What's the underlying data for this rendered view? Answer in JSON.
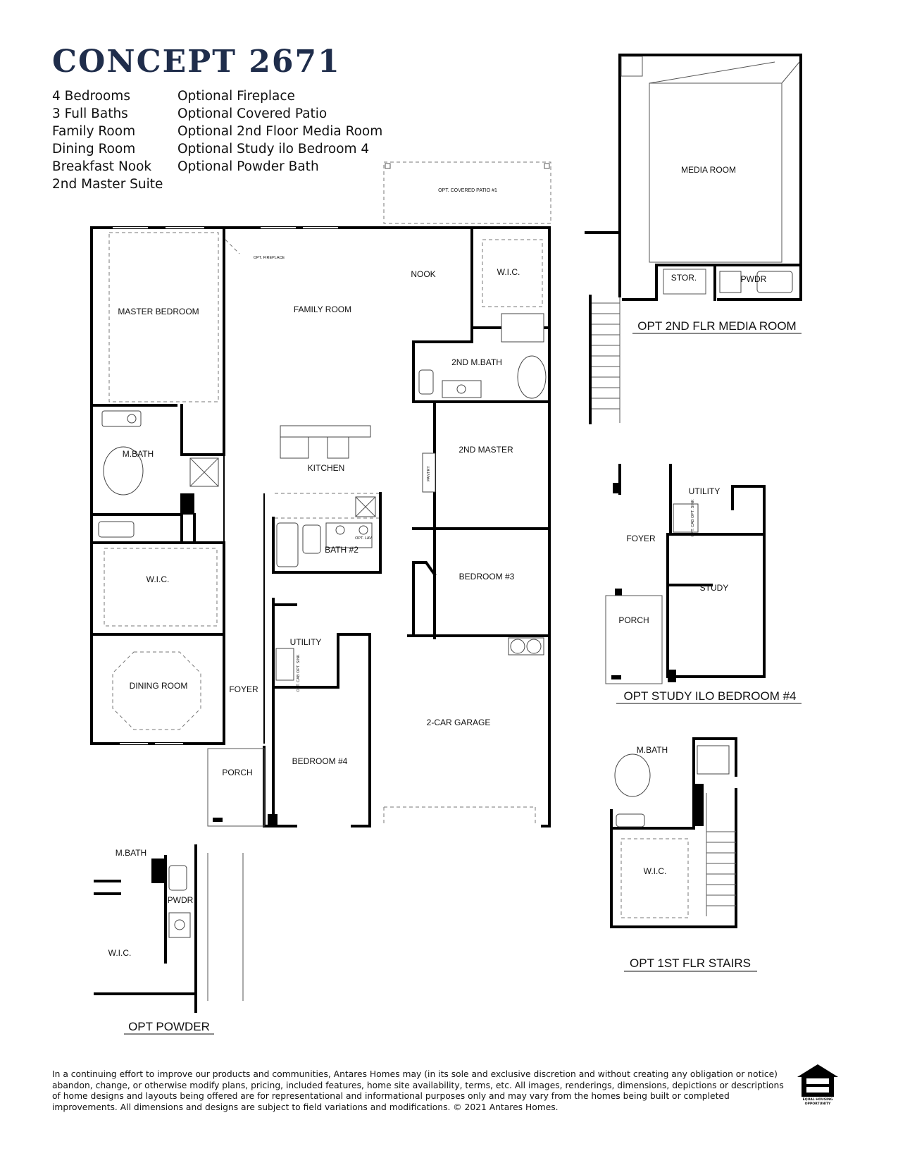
{
  "header": {
    "title": "CONCEPT 2671",
    "features_left": [
      "4 Bedrooms",
      "3 Full Baths",
      "Family Room",
      "Dining Room",
      "Breakfast Nook",
      "2nd Master Suite"
    ],
    "features_right": [
      "Optional Fireplace",
      "Optional Covered Patio",
      "Optional 2nd Floor Media Room",
      "Optional Study ilo Bedroom 4",
      "Optional Powder Bath"
    ]
  },
  "main_plan": {
    "rooms": {
      "covered_patio": "OPT. COVERED PATIO #1",
      "fireplace": "OPT. FIREPLACE",
      "master_bedroom": "MASTER BEDROOM",
      "family_room": "FAMILY ROOM",
      "nook": "NOOK",
      "wic_2": "W.I.C.",
      "bath_2nd_master": "2ND M.BATH",
      "mbath": "M.BATH",
      "kitchen": "KITCHEN",
      "pantry": "PANTRY",
      "master_2": "2ND MASTER",
      "wic_master": "W.I.C.",
      "bath_2": "BATH #2",
      "opt_lav": "OPT. LAV",
      "bedroom_3": "BEDROOM #3",
      "utility": "UTILITY",
      "opt_cab_sink": "OPT. CAB OPT. SINK",
      "dining_room": "DINING ROOM",
      "foyer": "FOYER",
      "garage": "2-CAR GARAGE",
      "bedroom_4": "BEDROOM #4",
      "porch": "PORCH"
    }
  },
  "options": {
    "media_room": {
      "caption": "OPT 2ND FLR MEDIA ROOM",
      "rooms": {
        "media": "MEDIA ROOM",
        "stor": "STOR.",
        "pwdr": "PWDR"
      }
    },
    "study": {
      "caption": "OPT STUDY ILO BEDROOM #4",
      "rooms": {
        "utility": "UTILITY",
        "opt_cab_sink": "OPT. CAB OPT. SINK",
        "foyer": "FOYER",
        "study": "STUDY",
        "porch": "PORCH"
      }
    },
    "stairs": {
      "caption": "OPT 1ST FLR STAIRS",
      "rooms": {
        "mbath": "M.BATH",
        "wic": "W.I.C."
      }
    },
    "powder": {
      "caption": "OPT POWDER",
      "rooms": {
        "mbath": "M.BATH",
        "pwdr": "PWDR",
        "wic": "W.I.C."
      }
    }
  },
  "footer": {
    "disclaimer": "In a continuing effort to improve our products and communities, Antares Homes may (in its sole and exclusive discretion and without creating any obligation or notice) abandon, change, or otherwise modify plans, pricing, included features, home site availability, terms, etc. All images, renderings, dimensions, depictions or descriptions of home designs and layouts being offered are for representational and informational purposes only and may vary from the homes being built or completed improvements. All dimensions and designs are subject to field variations and modifications. © 2021 Antares Homes.",
    "equal_housing": "EQUAL HOUSING OPPORTUNITY"
  },
  "colors": {
    "title": "#1f2d4b",
    "wall": "#000000"
  }
}
